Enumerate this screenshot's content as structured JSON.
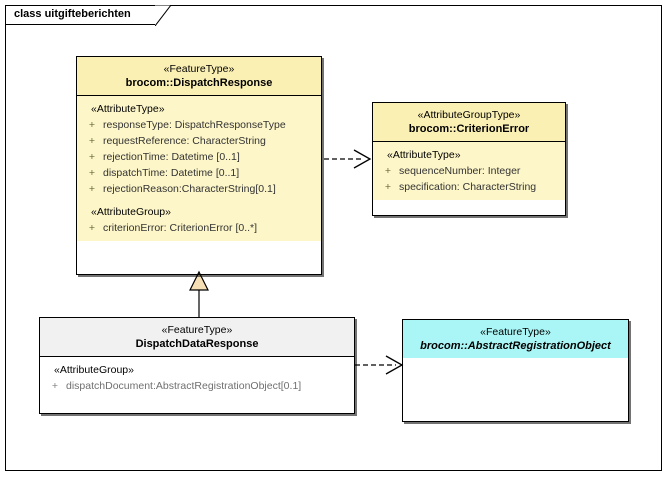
{
  "diagram": {
    "frame_title": "class uitgifteberichten",
    "colors": {
      "yellow_header": "#fbf0b4",
      "yellow_body": "#fdf6c8",
      "white_header": "#f1f1f1",
      "white_body": "#ffffff",
      "cyan_fill": "#aaf5f5",
      "border": "#000000",
      "generalization_fill": "#f7dfb5"
    }
  },
  "classes": {
    "dispatch_response": {
      "stereotype": "«FeatureType»",
      "name": "brocom::DispatchResponse",
      "groups": [
        {
          "label": "«AttributeType»",
          "attributes": [
            {
              "visibility": "+",
              "text": "responseType: DispatchResponseType"
            },
            {
              "visibility": "+",
              "text": "requestReference: CharacterString"
            },
            {
              "visibility": "+",
              "text": "rejectionTime: Datetime [0..1]"
            },
            {
              "visibility": "+",
              "text": "dispatchTime: Datetime [0..1]"
            },
            {
              "visibility": "+",
              "text": "rejectionReason:CharacterString[0.1]"
            }
          ]
        },
        {
          "label": "«AttributeGroup»",
          "attributes": [
            {
              "visibility": "+",
              "text": "criterionError: CriterionError [0..*]"
            }
          ]
        }
      ]
    },
    "criterion_error": {
      "stereotype": "«AttributeGroupType»",
      "name": "brocom::CriterionError",
      "groups": [
        {
          "label": "«AttributeType»",
          "attributes": [
            {
              "visibility": "+",
              "text": "sequenceNumber: Integer"
            },
            {
              "visibility": "+",
              "text": "specification: CharacterString"
            }
          ]
        }
      ]
    },
    "dispatch_data_response": {
      "stereotype": "«FeatureType»",
      "name": "DispatchDataResponse",
      "groups": [
        {
          "label": "«AttributeGroup»",
          "attributes": [
            {
              "visibility": "+",
              "text": "dispatchDocument:AbstractRegistrationObject[0.1]"
            }
          ]
        }
      ]
    },
    "abstract_registration_object": {
      "stereotype": "«FeatureType»",
      "name": "brocom::AbstractRegistrationObject"
    }
  },
  "connectors": [
    {
      "name": "dependency-dispatchresponse-to-criterionerror",
      "type": "dependency",
      "from": "brocom::DispatchResponse",
      "to": "brocom::CriterionError"
    },
    {
      "name": "generalization-dispatchdataresponse-to-dispatchresponse",
      "type": "generalization",
      "from": "DispatchDataResponse",
      "to": "brocom::DispatchResponse"
    },
    {
      "name": "dependency-dispatchdataresponse-to-abstractregistrationobject",
      "type": "dependency",
      "from": "DispatchDataResponse",
      "to": "brocom::AbstractRegistrationObject"
    }
  ]
}
